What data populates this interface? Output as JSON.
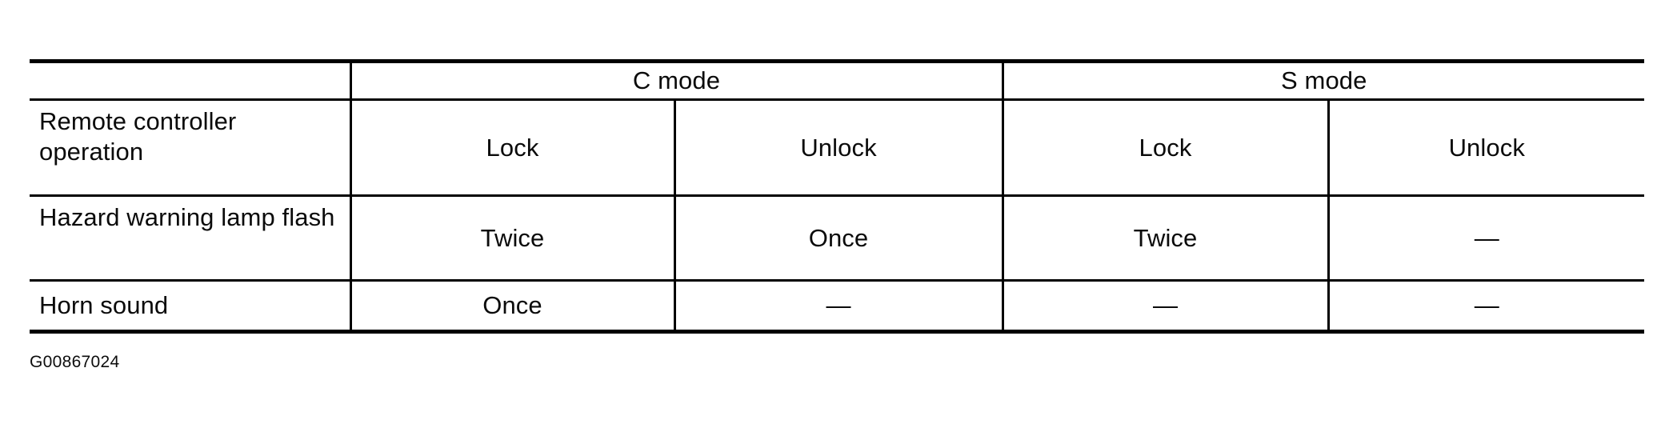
{
  "document": {
    "figure_id": "G00867024"
  },
  "table": {
    "corner_label": "",
    "groups": [
      {
        "label": "C mode",
        "span": 2
      },
      {
        "label": "S mode",
        "span": 2
      }
    ],
    "columns": [
      "Lock",
      "Unlock",
      "Lock",
      "Unlock"
    ],
    "rows": [
      {
        "label": "Remote controller operation",
        "cells": [
          "Lock",
          "Unlock",
          "Lock",
          "Unlock"
        ]
      },
      {
        "label": "Hazard warning lamp flash",
        "cells": [
          "Twice",
          "Once",
          "Twice",
          "—"
        ]
      },
      {
        "label": "Horn sound",
        "cells": [
          "Once",
          "—",
          "—",
          "—"
        ]
      }
    ]
  },
  "colors": {
    "ink": "#000000",
    "paper": "#ffffff"
  }
}
